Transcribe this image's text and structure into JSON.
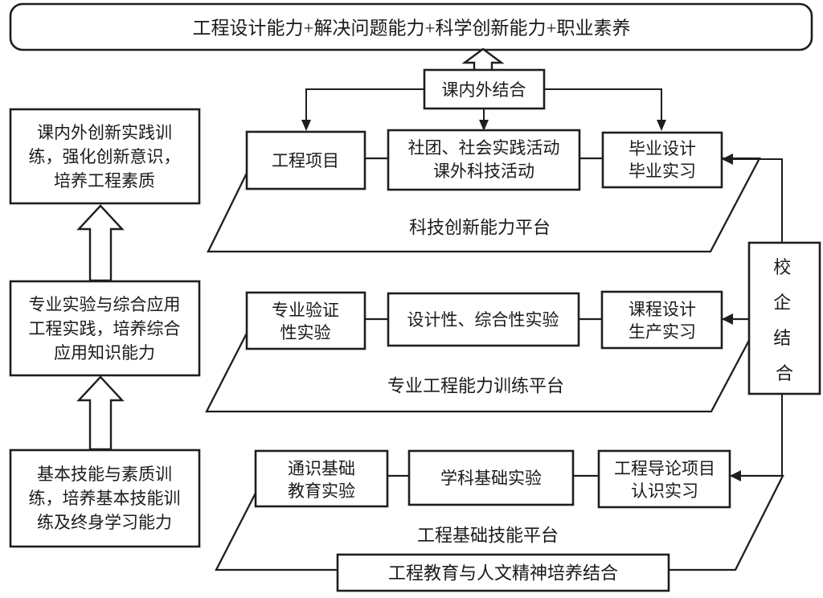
{
  "banner": {
    "text": "工程设计能力+解决问题能力+科学创新能力+职业素养"
  },
  "hub": {
    "label": "课内外结合"
  },
  "left": {
    "box1": {
      "l1": "课内外创新实践训",
      "l2": "练，强化创新意识，",
      "l3": "培养工程素质"
    },
    "box2": {
      "l1": "专业实验与综合应用",
      "l2": "工程实践，培养综合",
      "l3": "应用知识能力"
    },
    "box3": {
      "l1": "基本技能与素质训",
      "l2": "练，培养基本技能训",
      "l3": "练及终身学习能力"
    }
  },
  "tier1": {
    "box1": {
      "label": "工程项目"
    },
    "box2": {
      "l1": "社团、社会实践活动",
      "l2": "课外科技活动"
    },
    "box3": {
      "l1": "毕业设计",
      "l2": "毕业实习"
    },
    "platform": "科技创新能力平台"
  },
  "tier2": {
    "box1": {
      "l1": "专业验证",
      "l2": "性实验"
    },
    "box2": {
      "label": "设计性、综合性实验"
    },
    "box3": {
      "l1": "课程设计",
      "l2": "生产实习"
    },
    "platform": "专业工程能力训练平台"
  },
  "tier3": {
    "box1": {
      "l1": "通识基础",
      "l2": "教育实验"
    },
    "box2": {
      "label": "学科基础实验"
    },
    "box3": {
      "l1": "工程导论项目",
      "l2": "认识实习"
    },
    "platform": "工程基础技能平台"
  },
  "right": {
    "c1": "校",
    "c2": "企",
    "c3": "结",
    "c4": "合"
  },
  "bottom_bar": {
    "label": "工程教育与人文精神培养结合"
  },
  "colors": {
    "stroke": "#1e1e1e",
    "background": "#ffffff"
  }
}
